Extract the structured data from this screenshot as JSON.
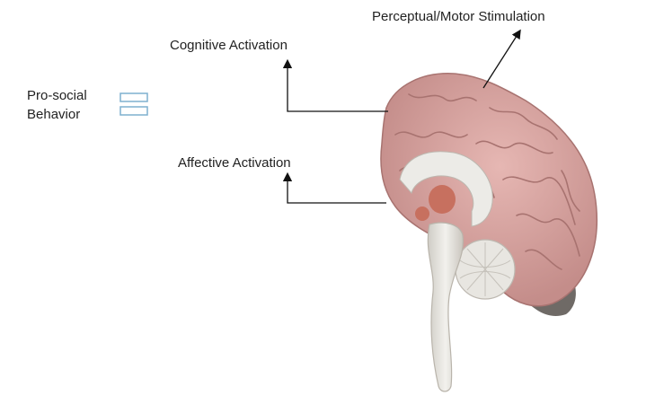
{
  "labels": {
    "perceptual_motor": "Perceptual/Motor Stimulation",
    "cognitive": "Cognitive Activation",
    "affective": "Affective Activation",
    "prosocial_line1": "Pro-social",
    "prosocial_line2": "Behavior"
  },
  "colors": {
    "cortex": "#d9a3a0",
    "cortex_dark": "#b9807e",
    "brainstem": "#e4e2dc",
    "cerebellum_dark": "#6f6a66",
    "limbic": "#c7705f",
    "arrow": "#111111",
    "box_stroke": "#7fb0cf"
  },
  "icons": {
    "brain": "brain-sagittal-section-icon",
    "prosocial_marker": "stacked-boxes-icon"
  }
}
